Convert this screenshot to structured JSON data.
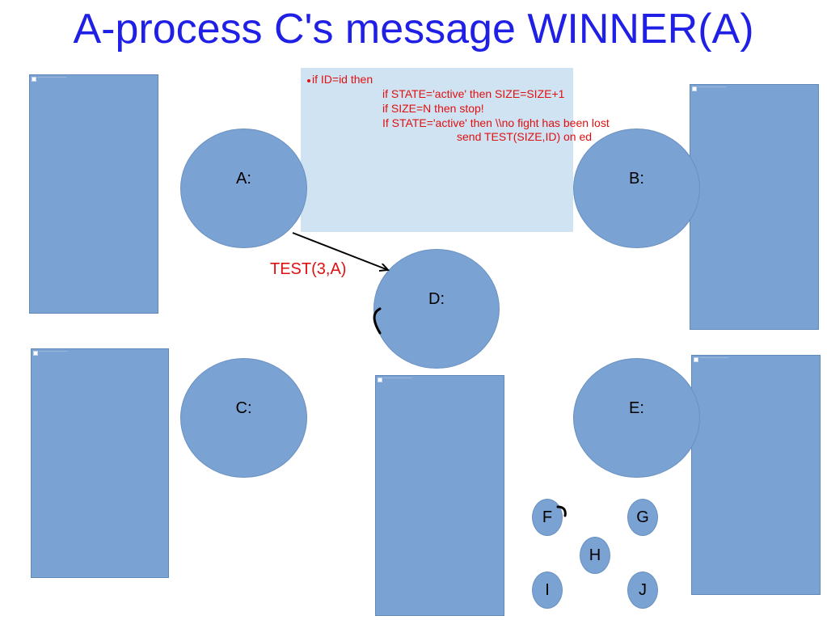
{
  "title": "A-process C's message WINNER(A)",
  "nodes": {
    "a": "A:",
    "b": "B:",
    "c": "C:",
    "d": "D:",
    "e": "E:"
  },
  "small_nodes": {
    "f": "F",
    "g": "G",
    "h": "H",
    "i": "I",
    "j": "J"
  },
  "code": {
    "line1": "if ID=id then",
    "line2": "if STATE='active' then SIZE=SIZE+1",
    "line3": "if SIZE=N then stop!",
    "line4": "If STATE='active' then \\\\no fight has been lost",
    "line5": "send TEST(SIZE,ID) on ed"
  },
  "edge_label": "TEST(3,A)",
  "colors": {
    "title": "#1f1fe6",
    "node_fill": "#7aa3d3",
    "code_box": "#cfe3f3",
    "code_text": "#e01010"
  }
}
